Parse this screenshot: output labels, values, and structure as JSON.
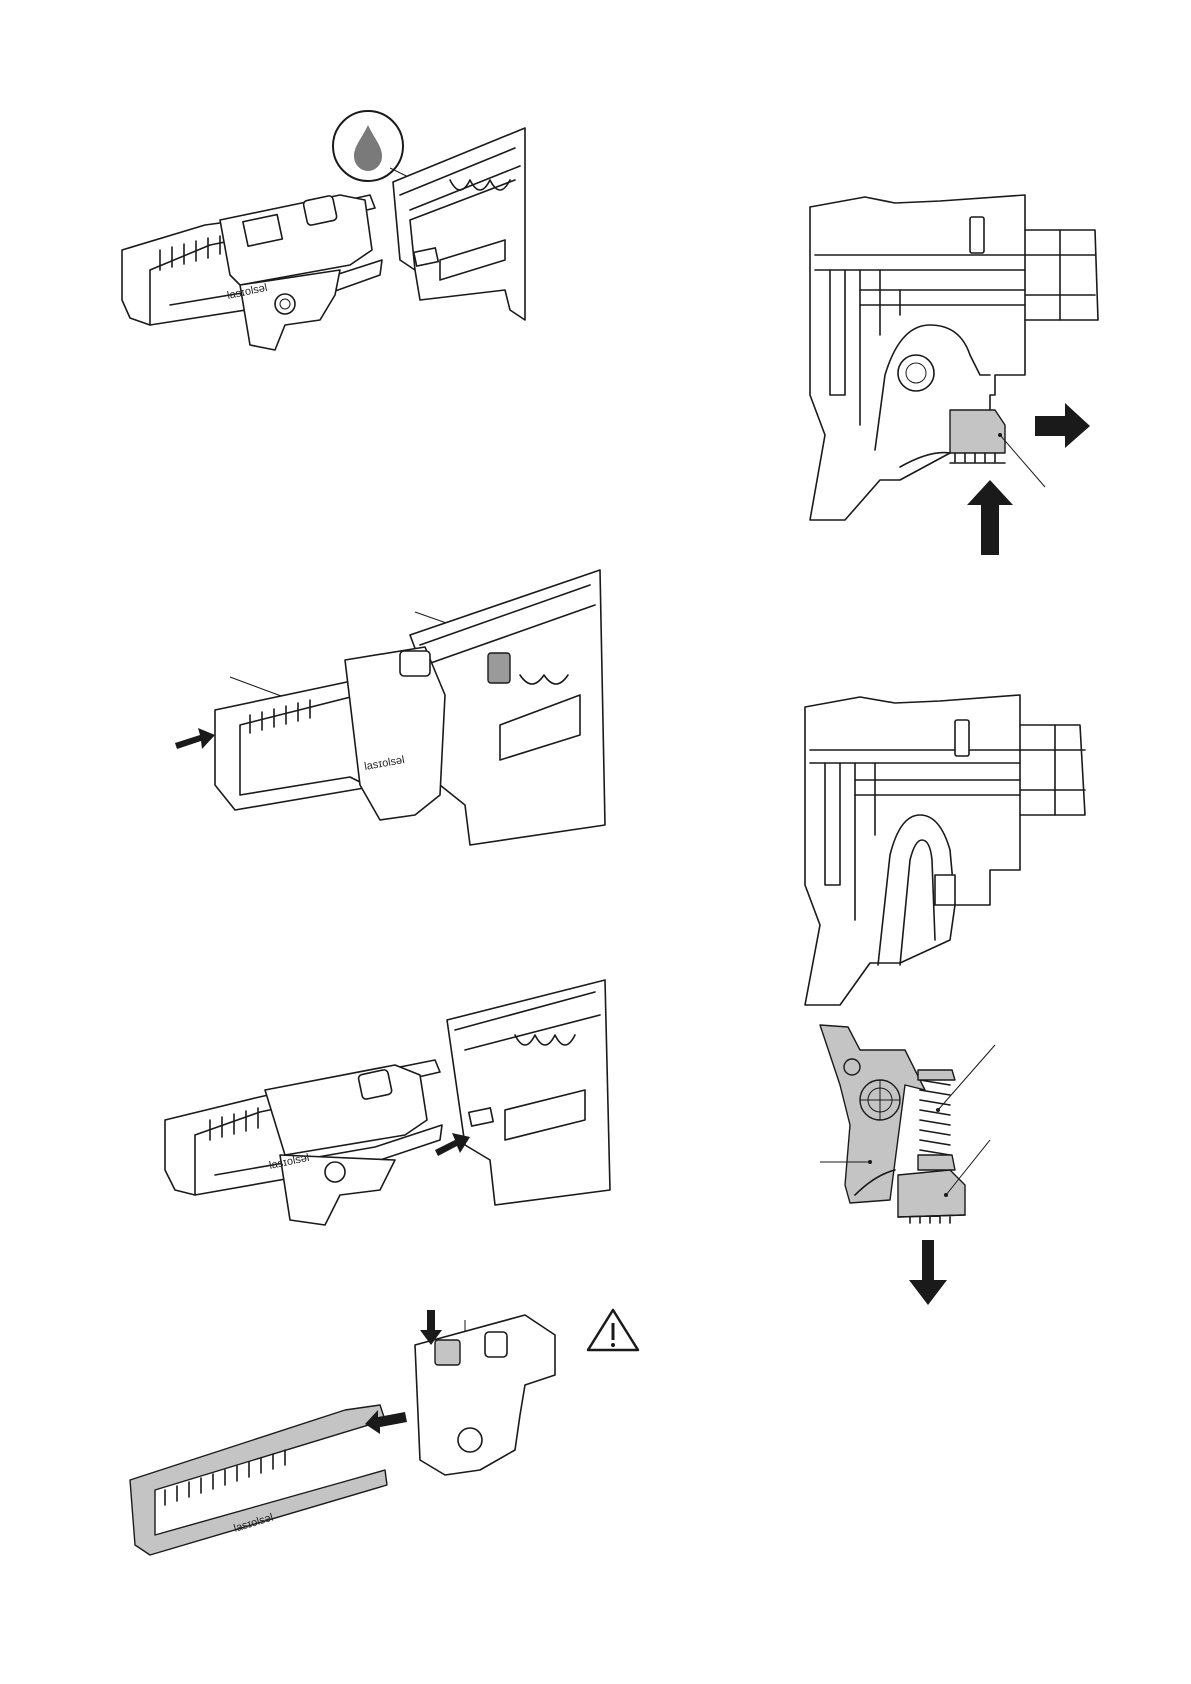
{
  "figures": [
    {
      "id": "fig-lubricate",
      "icon": "oil-drop-icon"
    },
    {
      "id": "fig-insert-guide",
      "icon": "push-arrow-icon"
    },
    {
      "id": "fig-slide-in",
      "icon": "push-arrow-icon"
    },
    {
      "id": "fig-remove-guide",
      "icon": "warning-icon"
    },
    {
      "id": "fig-side-view-release",
      "icon": "arrow-icon"
    },
    {
      "id": "fig-side-view-assembled",
      "icon": ""
    },
    {
      "id": "fig-latch-spring-detail",
      "icon": "arrow-down-icon"
    }
  ],
  "guide_text": "lasɪolsəl",
  "colors": {
    "line": "#1a1a1a",
    "shade": "#c4c4c4",
    "drop": "#7a7a7a"
  }
}
